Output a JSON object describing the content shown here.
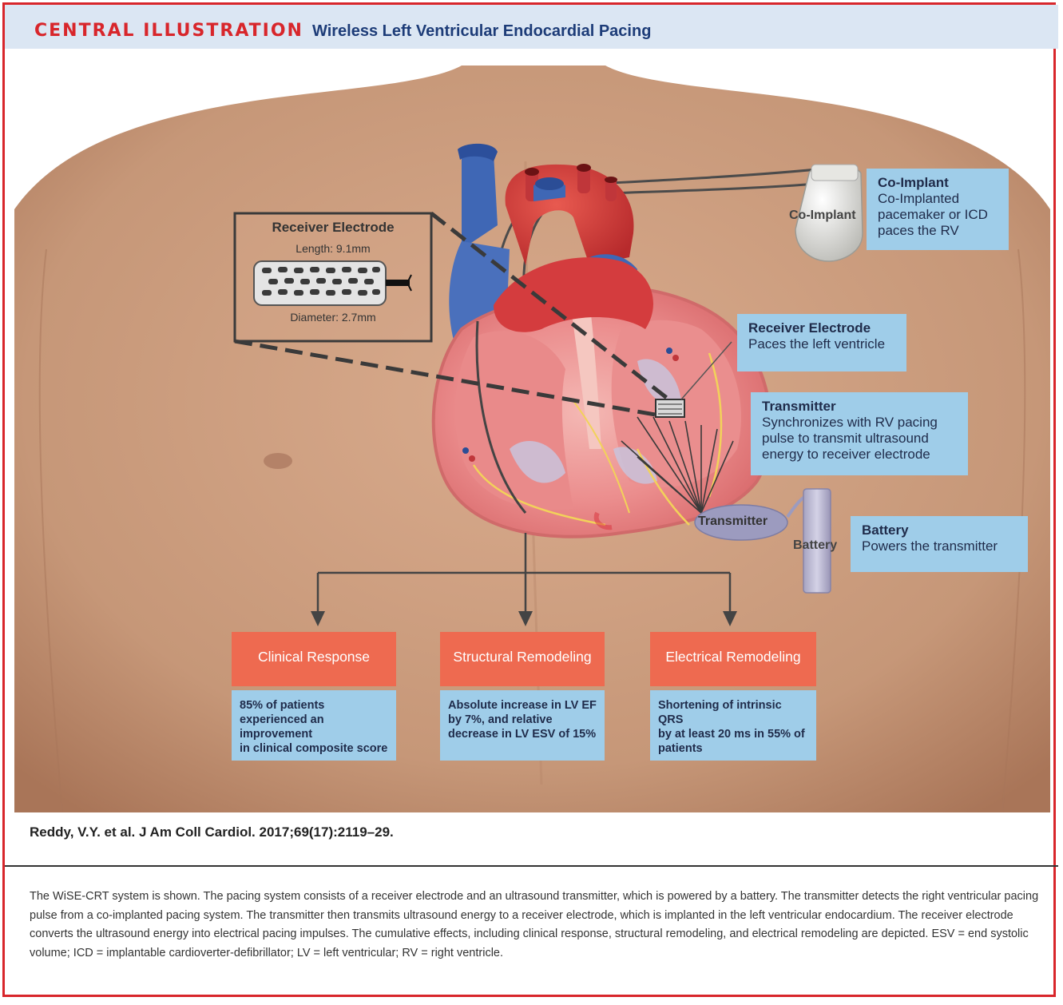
{
  "header": {
    "label": "CENTRAL ILLUSTRATION",
    "title": "Wireless Left Ventricular Endocardial Pacing"
  },
  "inset": {
    "title": "Receiver Electrode",
    "length": "Length: 9.1mm",
    "diameter": "Diameter: 2.7mm"
  },
  "device_labels": {
    "co_implant": "Co-Implant",
    "transmitter": "Transmitter",
    "battery": "Battery"
  },
  "callouts": {
    "co_implant": {
      "title": "Co-Implant",
      "lines": [
        "Co-Implanted",
        "pacemaker or ICD",
        "paces the RV"
      ]
    },
    "receiver": {
      "title": "Receiver Electrode",
      "lines": [
        "Paces the left ventricle"
      ]
    },
    "transmitter": {
      "title": "Transmitter",
      "lines": [
        "Synchronizes with RV pacing",
        "pulse to transmit ultrasound",
        "energy to receiver electrode"
      ]
    },
    "battery": {
      "title": "Battery",
      "lines": [
        "Powers the transmitter"
      ]
    }
  },
  "outcomes": [
    {
      "title": "Clinical Response",
      "lines": [
        "85% of patients",
        "experienced an improvement",
        "in clinical composite score"
      ]
    },
    {
      "title": "Structural Remodeling",
      "lines": [
        "Absolute increase in LV EF",
        "by 7%, and relative",
        "decrease in LV ESV of 15%"
      ]
    },
    {
      "title": "Electrical Remodeling",
      "lines": [
        "Shortening of intrinsic QRS",
        "by at least 20 ms in 55% of",
        "patients"
      ]
    }
  ],
  "citation": "Reddy, V.Y. et al. J Am Coll Cardiol. 2017;69(17):2119–29.",
  "caption": "The WiSE-CRT system is shown. The pacing system consists of a receiver electrode and an ultrasound transmitter, which is powered by a battery. The transmitter detects the right ventricular pacing pulse from a co-implanted pacing system. The transmitter then transmits ultrasound energy to a receiver electrode, which is implanted in the left ventricular endocardium. The receiver electrode converts the ultrasound energy into electrical pacing impulses. The cumulative effects, including clinical response, structural remodeling, and electrical remodeling are depicted. ESV = end systolic volume; ICD = implantable cardioverter-defibrillator; LV = left ventricular; RV = right ventricle.",
  "colors": {
    "accent_red": "#d8262b",
    "header_bg": "#dbe6f3",
    "title_blue": "#1d3c78",
    "callout_blue": "#9fcde9",
    "outcome_orange": "#ee6a50",
    "skin": "#c99a7c"
  }
}
